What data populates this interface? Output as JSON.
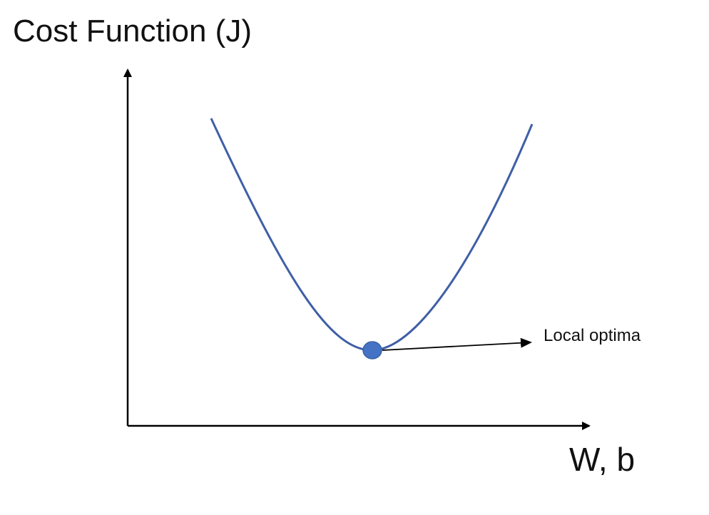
{
  "y_axis_label": "Cost Function (J)",
  "x_axis_label": "W, b",
  "annotation_label": "Local optima",
  "colors": {
    "curve": "#3F5FA6",
    "minimum_point": "#4472C4",
    "axes": "#000000",
    "arrow": "#000000"
  }
}
